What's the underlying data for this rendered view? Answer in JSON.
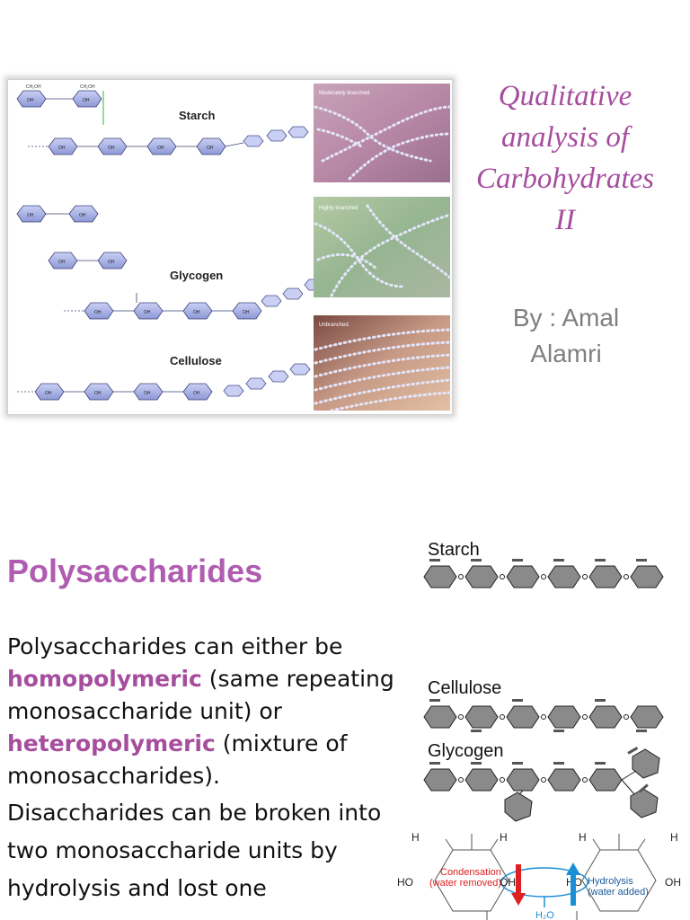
{
  "slide1": {
    "title_lines": [
      "Qualitative",
      "analysis of",
      "Carbohydrates",
      "II"
    ],
    "byline_lines": [
      "By : Amal",
      "Alamri"
    ],
    "figure": {
      "starch_label": "Starch",
      "glycogen_label": "Glycogen",
      "cellulose_label": "Cellulose",
      "panel_moderately": "Moderately branched",
      "panel_highly": "Highly branched",
      "panel_unbranched": "Unbranched",
      "ring_label": "CH₂OH"
    }
  },
  "slide2": {
    "heading": "Polysaccharides",
    "p1_before": "Polysaccharides can either be ",
    "p1_term1": "homopolymeric",
    "p1_mid": " (same repeating monosaccharide unit) or ",
    "p1_term2": "heteropolymeric",
    "p1_after": " (mixture of monosaccharides).",
    "p2": "Disaccharides can be broken into two monosaccharide units by hydrolysis and lost one",
    "figure": {
      "starch_label": "Starch",
      "cellulose_label": "Cellulose",
      "glycogen_label": "Glycogen",
      "h_label": "H",
      "ho_label": "HO",
      "oh_label": "OH",
      "water_label": "H₂O",
      "condensation_line1": "Condensation",
      "condensation_line2": "(water removed)",
      "hydrolysis_line1": "Hydrolysis",
      "hydrolysis_line2": "(water added)"
    }
  },
  "colors": {
    "title_purple": "#a64d9e",
    "heading_purple": "#b05cb0",
    "byline_gray": "#7f7f7f",
    "ring_blue": "#9aa6e0",
    "hex_gray": "#8a8a8a",
    "condensation_red": "#e02020",
    "hydrolysis_blue": "#1a8fd6"
  }
}
